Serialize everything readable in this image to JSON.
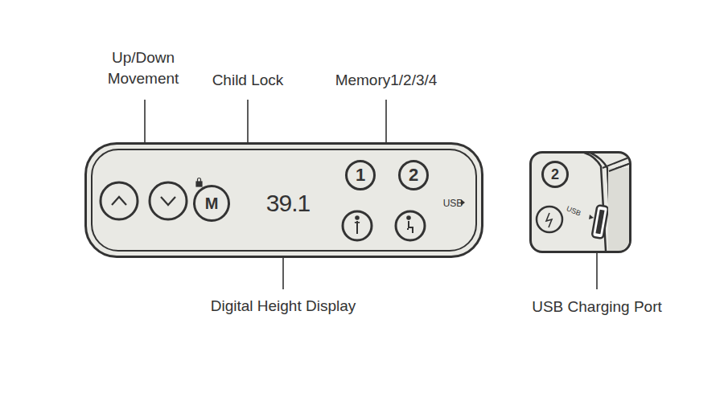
{
  "diagram": {
    "nodes": [
      {
        "text": [
          "39.1",
          "USB"
        ]
      },
      {
        "text": [
          "M"
        ],
        "in": 0
      },
      {
        "text": [
          "1"
        ],
        "in": 0
      },
      {
        "text": [
          "2"
        ],
        "in": 0
      },
      {
        "text": [
          "USB"
        ]
      },
      {
        "text": [
          "2"
        ],
        "in": 4
      }
    ],
    "labels": [
      "Up/Down Movement",
      "Child Lock",
      "Memory1/2/3/4",
      "Digital Height Display",
      "USB Charging Port"
    ]
  }
}
